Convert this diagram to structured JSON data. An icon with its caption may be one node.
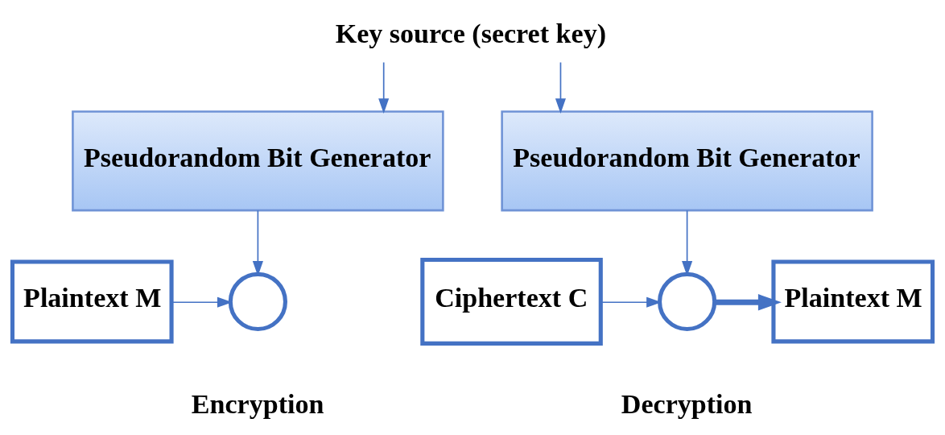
{
  "diagram": {
    "nodes": [
      {
        "text": [
          "Key source (secret key)"
        ]
      },
      {
        "text": [
          "Pseudorandom Bit Generator"
        ]
      },
      {
        "text": [
          "Pseudorandom Bit Generator"
        ]
      },
      {
        "text": [
          "Plaintext M"
        ]
      },
      {
        "text": [],
        "shape": "circle",
        "beside": [
          "Encryption"
        ]
      },
      {
        "text": [
          "Ciphertext C"
        ]
      },
      {
        "text": [],
        "shape": "circle",
        "beside": [
          "Decryption"
        ]
      },
      {
        "text": [
          "Plaintext M"
        ]
      }
    ],
    "edges": [
      {
        "from": 0,
        "to": 1,
        "arrow": "to"
      },
      {
        "from": 0,
        "to": 2,
        "arrow": "to"
      },
      {
        "from": 1,
        "to": 4,
        "arrow": "to"
      },
      {
        "from": 3,
        "to": 4,
        "arrow": "to"
      },
      {
        "from": 2,
        "to": 6,
        "arrow": "to"
      },
      {
        "from": 5,
        "to": 6,
        "arrow": "to"
      },
      {
        "from": 6,
        "to": 7,
        "arrow": "to",
        "style": "thick"
      }
    ]
  }
}
